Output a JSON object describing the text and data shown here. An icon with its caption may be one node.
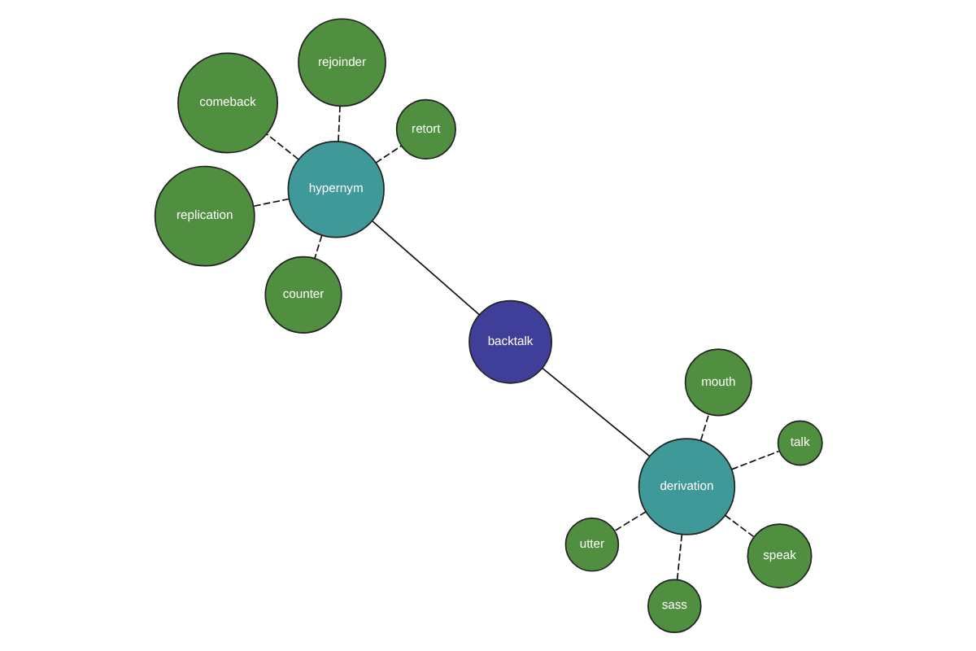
{
  "diagram": {
    "nodes": [
      {
        "text": [
          "backtalk"
        ]
      },
      {
        "text": [
          "hypernym"
        ]
      },
      {
        "text": [
          "counter"
        ]
      },
      {
        "text": [
          "rejoinder"
        ]
      },
      {
        "text": [
          "retort"
        ]
      },
      {
        "text": [
          "comeback"
        ]
      },
      {
        "text": [
          "replication"
        ]
      },
      {
        "text": [
          "derivation"
        ]
      },
      {
        "text": [
          "utter"
        ]
      },
      {
        "text": [
          "speak"
        ]
      },
      {
        "text": [
          "sass"
        ]
      },
      {
        "text": [
          "mouth"
        ]
      },
      {
        "text": [
          "talk"
        ]
      }
    ],
    "edges": [
      {
        "from": 0,
        "to": 1,
        "arrow": "none"
      },
      {
        "from": 0,
        "to": 7,
        "arrow": "none"
      },
      {
        "from": 1,
        "to": 2,
        "arrow": "none",
        "style": "dashed"
      },
      {
        "from": 1,
        "to": 3,
        "arrow": "none",
        "style": "dashed"
      },
      {
        "from": 1,
        "to": 4,
        "arrow": "none",
        "style": "dashed"
      },
      {
        "from": 1,
        "to": 5,
        "arrow": "none",
        "style": "dashed"
      },
      {
        "from": 1,
        "to": 6,
        "arrow": "none",
        "style": "dashed"
      },
      {
        "from": 7,
        "to": 8,
        "arrow": "none",
        "style": "dashed"
      },
      {
        "from": 7,
        "to": 9,
        "arrow": "none",
        "style": "dashed"
      },
      {
        "from": 7,
        "to": 10,
        "arrow": "none",
        "style": "dashed"
      },
      {
        "from": 7,
        "to": 11,
        "arrow": "none",
        "style": "dashed"
      },
      {
        "from": 7,
        "to": 12,
        "arrow": "none",
        "style": "dashed"
      }
    ]
  }
}
